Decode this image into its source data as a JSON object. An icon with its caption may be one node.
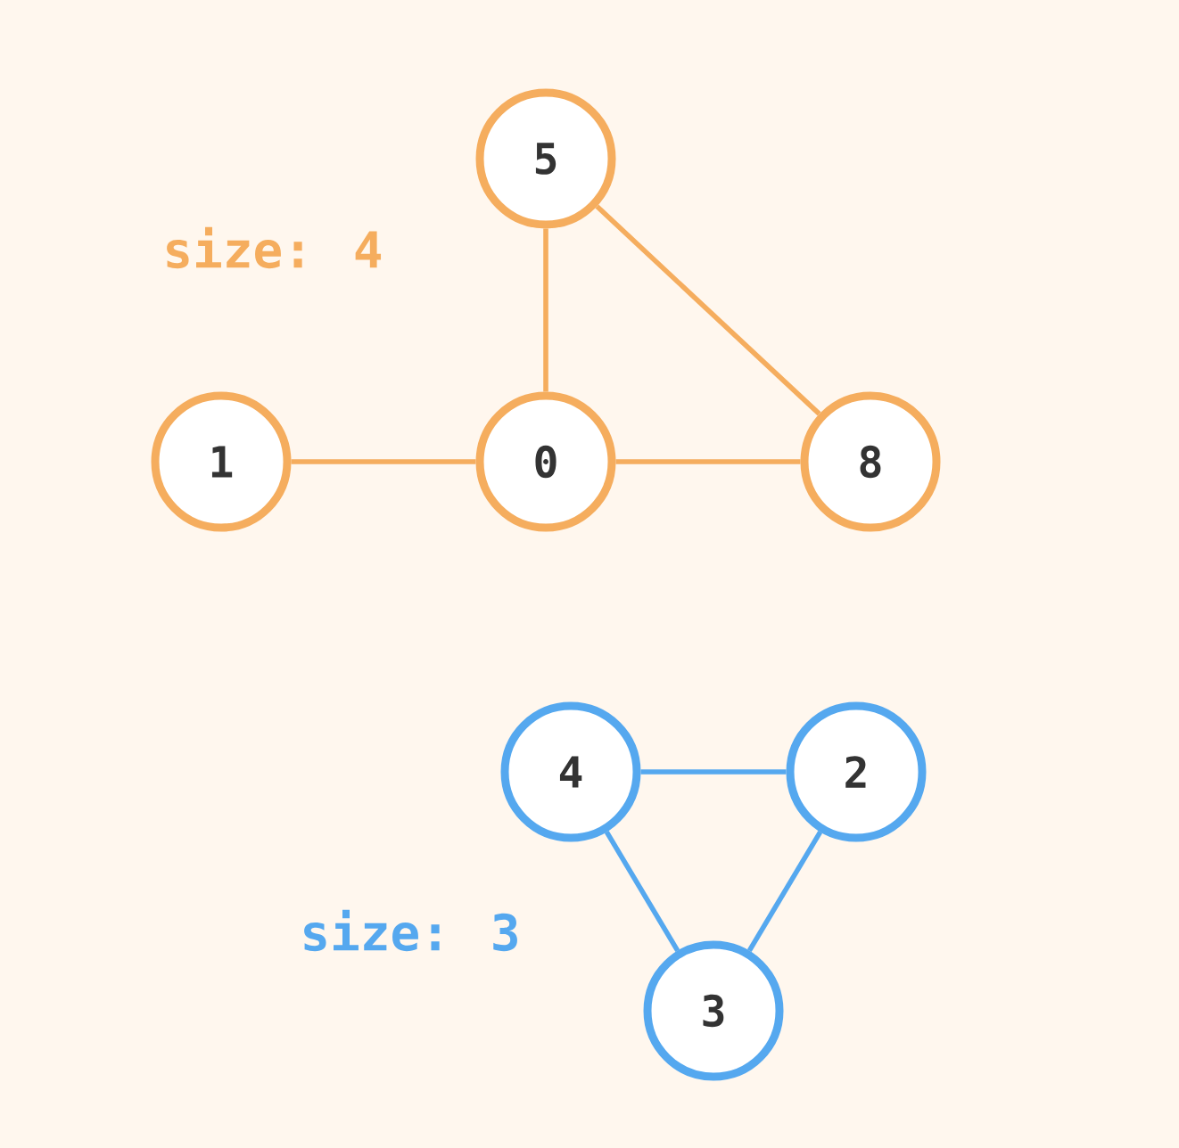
{
  "diagram": {
    "nodes": [
      {
        "text": [
          "5"
        ]
      },
      {
        "text": [
          "1"
        ]
      },
      {
        "text": [
          "0"
        ]
      },
      {
        "text": [
          "8"
        ]
      },
      {
        "text": [
          "4"
        ]
      },
      {
        "text": [
          "2"
        ]
      },
      {
        "text": [
          "3"
        ]
      }
    ],
    "edges": [
      {
        "from": 1,
        "to": 2,
        "arrow": "none"
      },
      {
        "from": 2,
        "to": 0,
        "arrow": "none"
      },
      {
        "from": 0,
        "to": 3,
        "arrow": "none"
      },
      {
        "from": 2,
        "to": 3,
        "arrow": "none"
      },
      {
        "from": 4,
        "to": 5,
        "arrow": "none",
        "color": "#55a8ef"
      },
      {
        "from": 4,
        "to": 6,
        "arrow": "none",
        "color": "#55a8ef"
      },
      {
        "from": 5,
        "to": 6,
        "arrow": "none",
        "color": "#55a8ef"
      }
    ],
    "labels": [
      "size: 4",
      "size: 3"
    ]
  }
}
